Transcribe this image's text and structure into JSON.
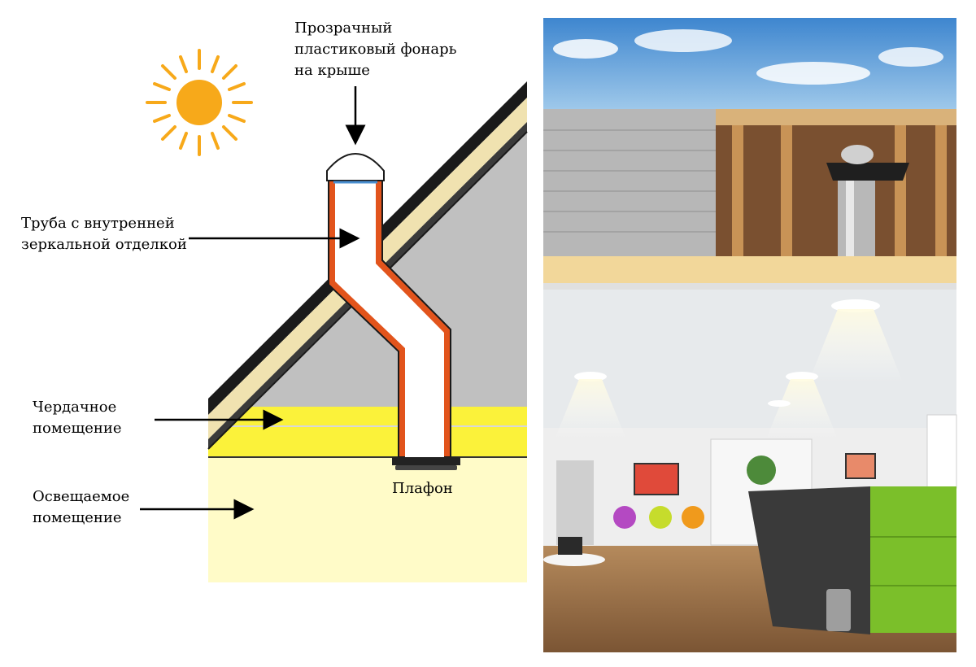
{
  "labels": {
    "roof_dome": "Прозрачный\nпластиковый фонарь\nна крыше",
    "tube": "Труба с внутренней\nзеркальной отделкой",
    "attic": "Чердачное\nпомещение",
    "room": "Освещаемое\nпомещение",
    "diffuser": "Плафон"
  },
  "colors": {
    "sun": "#f7a91a",
    "roof_dark": "#1a1a1a",
    "roof_tan": "#f0e2b0",
    "attic_gray": "#c0c0c0",
    "insulation": "#fbf23a",
    "room": "#fffbc8",
    "tube_outer": "#e2541c",
    "tube_inner": "#ffffff",
    "sky": "#5a9fd8",
    "wall_green": "#7bbf2a"
  },
  "icons": [
    "sun-icon",
    "arrow-icon",
    "dome-icon",
    "diffuser-icon"
  ]
}
